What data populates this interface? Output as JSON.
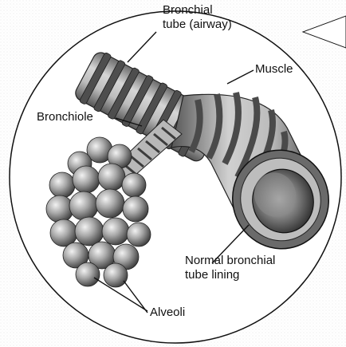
{
  "labels": {
    "bronchial_tube": [
      "Bronchial",
      "tube (airway)"
    ],
    "muscle": "Muscle",
    "bronchiole": "Bronchiole",
    "normal_lining": [
      "Normal bronchial",
      "tube lining"
    ],
    "alveoli": "Alveoli"
  },
  "colors": {
    "tube_light": "#c8c8c8",
    "tube_dark": "#4a4a4a",
    "muscle_band": "#5a5a5a",
    "alveoli": "#9a9a9a",
    "outline": "#111111"
  }
}
